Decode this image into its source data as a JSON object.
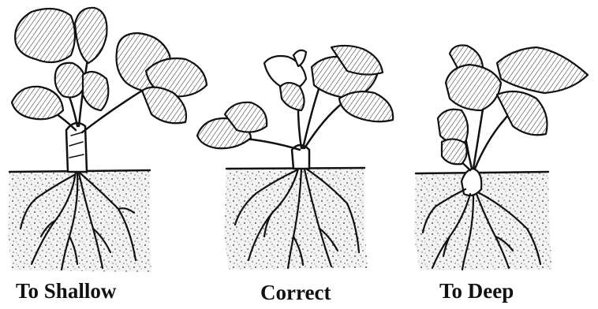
{
  "captions": {
    "too_shallow": "To Shallow",
    "correct": "Correct",
    "too_deep": "To Deep"
  },
  "colors": {
    "ink": "#111111",
    "soil_fill": "#f2f2f2",
    "leaf_fill": "#ffffff",
    "background": "#ffffff"
  }
}
